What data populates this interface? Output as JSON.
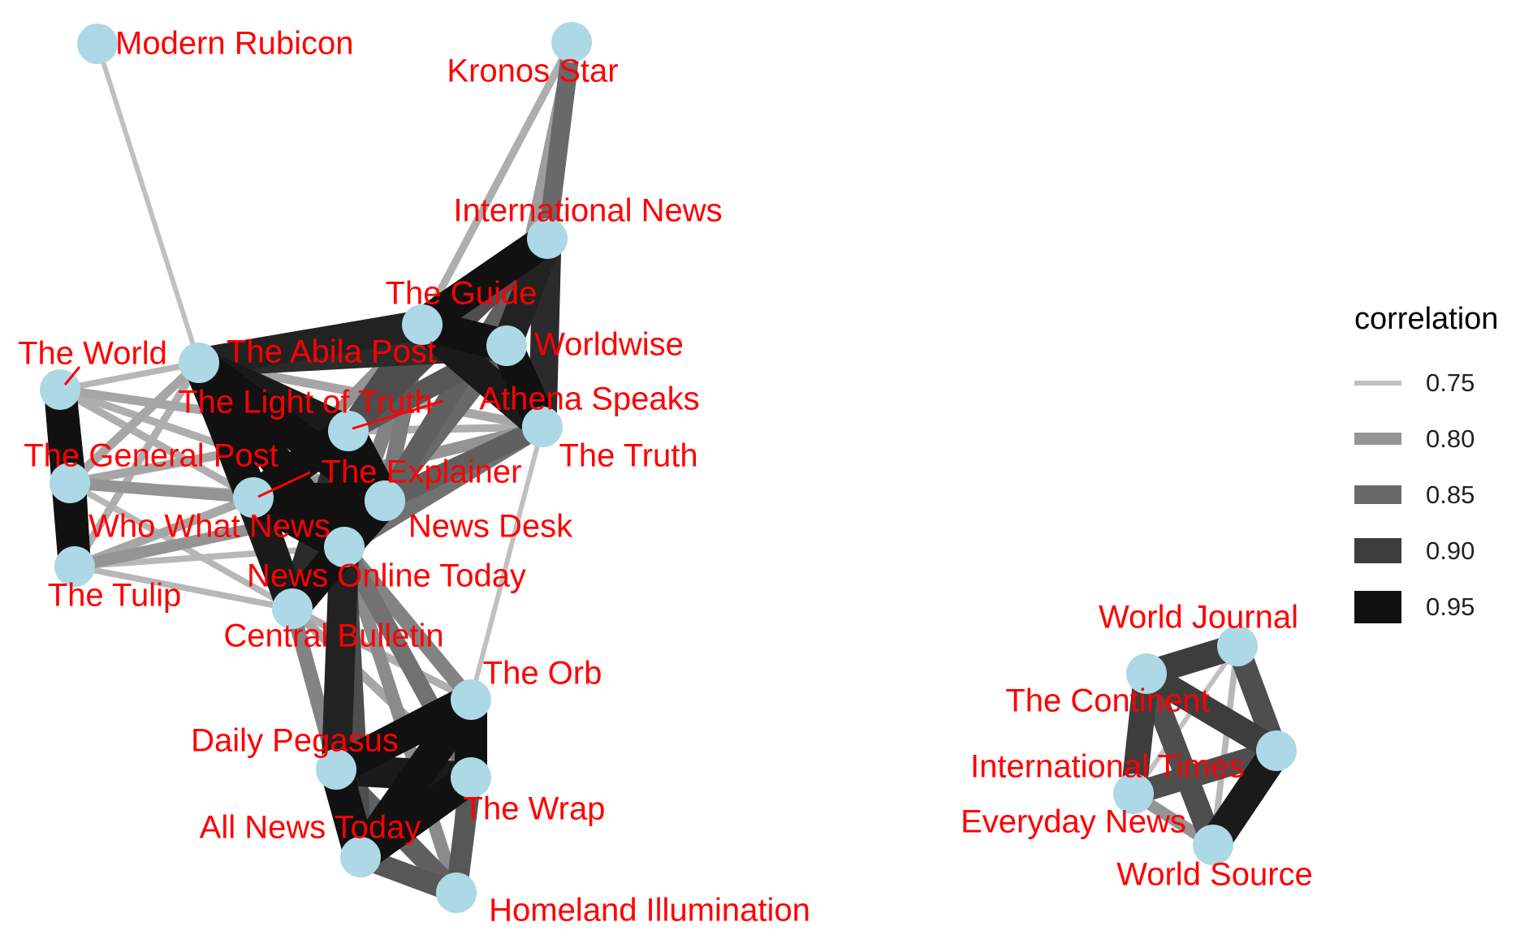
{
  "style": {
    "node_color": "#add8e6",
    "label_color": "#ff0000",
    "leader_line_color": "#ff0000"
  },
  "nodes": [
    {
      "id": "modern_rubicon",
      "label": "Modern Rubicon"
    },
    {
      "id": "kronos_star",
      "label": "Kronos Star"
    },
    {
      "id": "international_news",
      "label": "International News"
    },
    {
      "id": "the_guide",
      "label": "The Guide"
    },
    {
      "id": "worldwise",
      "label": "Worldwise"
    },
    {
      "id": "the_abila_post",
      "label": "The Abila Post"
    },
    {
      "id": "the_world",
      "label": "The World"
    },
    {
      "id": "the_light_of_truth",
      "label": "The Light of Truth"
    },
    {
      "id": "athena_speaks",
      "label": "Athena Speaks"
    },
    {
      "id": "the_truth",
      "label": "The Truth"
    },
    {
      "id": "the_general_post",
      "label": "The General Post"
    },
    {
      "id": "the_explainer",
      "label": "The Explainer"
    },
    {
      "id": "who_what_news",
      "label": "Who What News"
    },
    {
      "id": "news_desk",
      "label": "News Desk"
    },
    {
      "id": "news_online_today",
      "label": "News Online Today"
    },
    {
      "id": "the_tulip",
      "label": "The Tulip"
    },
    {
      "id": "central_bulletin",
      "label": "Central Bulletin"
    },
    {
      "id": "the_orb",
      "label": "The Orb"
    },
    {
      "id": "daily_pegasus",
      "label": "Daily Pegasus"
    },
    {
      "id": "the_wrap",
      "label": "The Wrap"
    },
    {
      "id": "all_news_today",
      "label": "All News Today"
    },
    {
      "id": "homeland_illumination",
      "label": "Homeland Illumination"
    },
    {
      "id": "world_journal",
      "label": "World Journal"
    },
    {
      "id": "the_continent",
      "label": "The Continent"
    },
    {
      "id": "international_times",
      "label": "International Times"
    },
    {
      "id": "everyday_news",
      "label": "Everyday News"
    },
    {
      "id": "world_source",
      "label": "World Source"
    }
  ],
  "edges": [
    {
      "source": "modern_rubicon",
      "target": "the_abila_post",
      "correlation": 0.74
    },
    {
      "source": "kronos_star",
      "target": "international_news",
      "correlation": 0.85
    },
    {
      "source": "kronos_star",
      "target": "the_guide",
      "correlation": 0.77
    },
    {
      "source": "kronos_star",
      "target": "worldwise",
      "correlation": 0.79
    },
    {
      "source": "international_news",
      "target": "the_guide",
      "correlation": 0.95
    },
    {
      "source": "international_news",
      "target": "worldwise",
      "correlation": 0.93
    },
    {
      "source": "international_news",
      "target": "athena_speaks",
      "correlation": 0.92
    },
    {
      "source": "international_news",
      "target": "the_light_of_truth",
      "correlation": 0.88
    },
    {
      "source": "international_news",
      "target": "the_explainer",
      "correlation": 0.86
    },
    {
      "source": "the_guide",
      "target": "worldwise",
      "correlation": 0.95
    },
    {
      "source": "the_guide",
      "target": "athena_speaks",
      "correlation": 0.94
    },
    {
      "source": "the_guide",
      "target": "the_abila_post",
      "correlation": 0.93
    },
    {
      "source": "the_guide",
      "target": "the_light_of_truth",
      "correlation": 0.88
    },
    {
      "source": "the_guide",
      "target": "the_explainer",
      "correlation": 0.83
    },
    {
      "source": "the_guide",
      "target": "who_what_news",
      "correlation": 0.8
    },
    {
      "source": "the_guide",
      "target": "news_online_today",
      "correlation": 0.82
    },
    {
      "source": "worldwise",
      "target": "athena_speaks",
      "correlation": 0.95
    },
    {
      "source": "worldwise",
      "target": "the_abila_post",
      "correlation": 0.92
    },
    {
      "source": "worldwise",
      "target": "the_light_of_truth",
      "correlation": 0.87
    },
    {
      "source": "worldwise",
      "target": "the_explainer",
      "correlation": 0.85
    },
    {
      "source": "worldwise",
      "target": "news_online_today",
      "correlation": 0.81
    },
    {
      "source": "athena_speaks",
      "target": "the_light_of_truth",
      "correlation": 0.76
    },
    {
      "source": "athena_speaks",
      "target": "the_explainer",
      "correlation": 0.86
    },
    {
      "source": "athena_speaks",
      "target": "news_online_today",
      "correlation": 0.84
    },
    {
      "source": "athena_speaks",
      "target": "who_what_news",
      "correlation": 0.8
    },
    {
      "source": "athena_speaks",
      "target": "the_abila_post",
      "correlation": 0.78
    },
    {
      "source": "the_abila_post",
      "target": "the_world",
      "correlation": 0.76
    },
    {
      "source": "the_abila_post",
      "target": "the_light_of_truth",
      "correlation": 0.94
    },
    {
      "source": "the_abila_post",
      "target": "the_explainer",
      "correlation": 0.95
    },
    {
      "source": "the_abila_post",
      "target": "who_what_news",
      "correlation": 0.95
    },
    {
      "source": "the_abila_post",
      "target": "news_online_today",
      "correlation": 0.95
    },
    {
      "source": "the_abila_post",
      "target": "central_bulletin",
      "correlation": 0.93
    },
    {
      "source": "the_abila_post",
      "target": "the_general_post",
      "correlation": 0.78
    },
    {
      "source": "the_abila_post",
      "target": "the_tulip",
      "correlation": 0.77
    },
    {
      "source": "the_light_of_truth",
      "target": "the_explainer",
      "correlation": 0.95
    },
    {
      "source": "the_light_of_truth",
      "target": "who_what_news",
      "correlation": 0.95
    },
    {
      "source": "the_light_of_truth",
      "target": "news_online_today",
      "correlation": 0.95
    },
    {
      "source": "the_light_of_truth",
      "target": "central_bulletin",
      "correlation": 0.92
    },
    {
      "source": "the_light_of_truth",
      "target": "the_general_post",
      "correlation": 0.78
    },
    {
      "source": "the_explainer",
      "target": "who_what_news",
      "correlation": 0.95
    },
    {
      "source": "the_explainer",
      "target": "news_online_today",
      "correlation": 0.95
    },
    {
      "source": "the_explainer",
      "target": "central_bulletin",
      "correlation": 0.92
    },
    {
      "source": "the_explainer",
      "target": "the_tulip",
      "correlation": 0.8
    },
    {
      "source": "the_explainer",
      "target": "the_truth",
      "correlation": 0.85
    },
    {
      "source": "who_what_news",
      "target": "news_online_today",
      "correlation": 0.95
    },
    {
      "source": "who_what_news",
      "target": "central_bulletin",
      "correlation": 0.94
    },
    {
      "source": "who_what_news",
      "target": "the_general_post",
      "correlation": 0.8
    },
    {
      "source": "who_what_news",
      "target": "the_tulip",
      "correlation": 0.78
    },
    {
      "source": "who_what_news",
      "target": "the_world",
      "correlation": 0.77
    },
    {
      "source": "news_online_today",
      "target": "central_bulletin",
      "correlation": 0.95
    },
    {
      "source": "news_online_today",
      "target": "the_truth",
      "correlation": 0.83
    },
    {
      "source": "news_online_today",
      "target": "the_orb",
      "correlation": 0.82
    },
    {
      "source": "news_online_today",
      "target": "daily_pegasus",
      "correlation": 0.93
    },
    {
      "source": "news_online_today",
      "target": "the_wrap",
      "correlation": 0.84
    },
    {
      "source": "news_online_today",
      "target": "all_news_today",
      "correlation": 0.88
    },
    {
      "source": "news_online_today",
      "target": "homeland_illumination",
      "correlation": 0.81
    },
    {
      "source": "news_online_today",
      "target": "the_tulip",
      "correlation": 0.76
    },
    {
      "source": "the_truth",
      "target": "the_light_of_truth",
      "correlation": 0.77
    },
    {
      "source": "the_truth",
      "target": "who_what_news",
      "correlation": 0.78
    },
    {
      "source": "the_truth",
      "target": "the_orb",
      "correlation": 0.75
    },
    {
      "source": "the_world",
      "target": "the_general_post",
      "correlation": 0.96
    },
    {
      "source": "the_world",
      "target": "the_tulip",
      "correlation": 0.96
    },
    {
      "source": "the_world",
      "target": "the_light_of_truth",
      "correlation": 0.78
    },
    {
      "source": "the_world",
      "target": "the_explainer",
      "correlation": 0.77
    },
    {
      "source": "the_general_post",
      "target": "the_tulip",
      "correlation": 0.96
    },
    {
      "source": "the_general_post",
      "target": "the_explainer",
      "correlation": 0.77
    },
    {
      "source": "the_general_post",
      "target": "central_bulletin",
      "correlation": 0.76
    },
    {
      "source": "the_tulip",
      "target": "central_bulletin",
      "correlation": 0.76
    },
    {
      "source": "central_bulletin",
      "target": "daily_pegasus",
      "correlation": 0.82
    },
    {
      "source": "central_bulletin",
      "target": "all_news_today",
      "correlation": 0.8
    },
    {
      "source": "central_bulletin",
      "target": "the_orb",
      "correlation": 0.77
    },
    {
      "source": "central_bulletin",
      "target": "the_wrap",
      "correlation": 0.78
    },
    {
      "source": "daily_pegasus",
      "target": "the_orb",
      "correlation": 0.95
    },
    {
      "source": "daily_pegasus",
      "target": "the_wrap",
      "correlation": 0.94
    },
    {
      "source": "daily_pegasus",
      "target": "all_news_today",
      "correlation": 0.95
    },
    {
      "source": "daily_pegasus",
      "target": "homeland_illumination",
      "correlation": 0.86
    },
    {
      "source": "the_orb",
      "target": "the_wrap",
      "correlation": 0.95
    },
    {
      "source": "the_orb",
      "target": "all_news_today",
      "correlation": 0.95
    },
    {
      "source": "the_orb",
      "target": "homeland_illumination",
      "correlation": 0.82
    },
    {
      "source": "the_wrap",
      "target": "all_news_today",
      "correlation": 0.95
    },
    {
      "source": "the_wrap",
      "target": "homeland_illumination",
      "correlation": 0.87
    },
    {
      "source": "all_news_today",
      "target": "homeland_illumination",
      "correlation": 0.87
    },
    {
      "source": "world_journal",
      "target": "the_continent",
      "correlation": 0.9
    },
    {
      "source": "world_journal",
      "target": "international_times",
      "correlation": 0.88
    },
    {
      "source": "world_journal",
      "target": "everyday_news",
      "correlation": 0.75
    },
    {
      "source": "world_journal",
      "target": "world_source",
      "correlation": 0.76
    },
    {
      "source": "the_continent",
      "target": "international_times",
      "correlation": 0.9
    },
    {
      "source": "the_continent",
      "target": "everyday_news",
      "correlation": 0.9
    },
    {
      "source": "the_continent",
      "target": "world_source",
      "correlation": 0.88
    },
    {
      "source": "international_times",
      "target": "everyday_news",
      "correlation": 0.88
    },
    {
      "source": "international_times",
      "target": "world_source",
      "correlation": 0.94
    },
    {
      "source": "everyday_news",
      "target": "world_source",
      "correlation": 0.8
    }
  ],
  "legend": {
    "title": "correlation",
    "items": [
      {
        "label": "0.75",
        "correlation": 0.75
      },
      {
        "label": "0.80",
        "correlation": 0.8
      },
      {
        "label": "0.85",
        "correlation": 0.85
      },
      {
        "label": "0.90",
        "correlation": 0.9
      },
      {
        "label": "0.95",
        "correlation": 0.95
      }
    ]
  }
}
